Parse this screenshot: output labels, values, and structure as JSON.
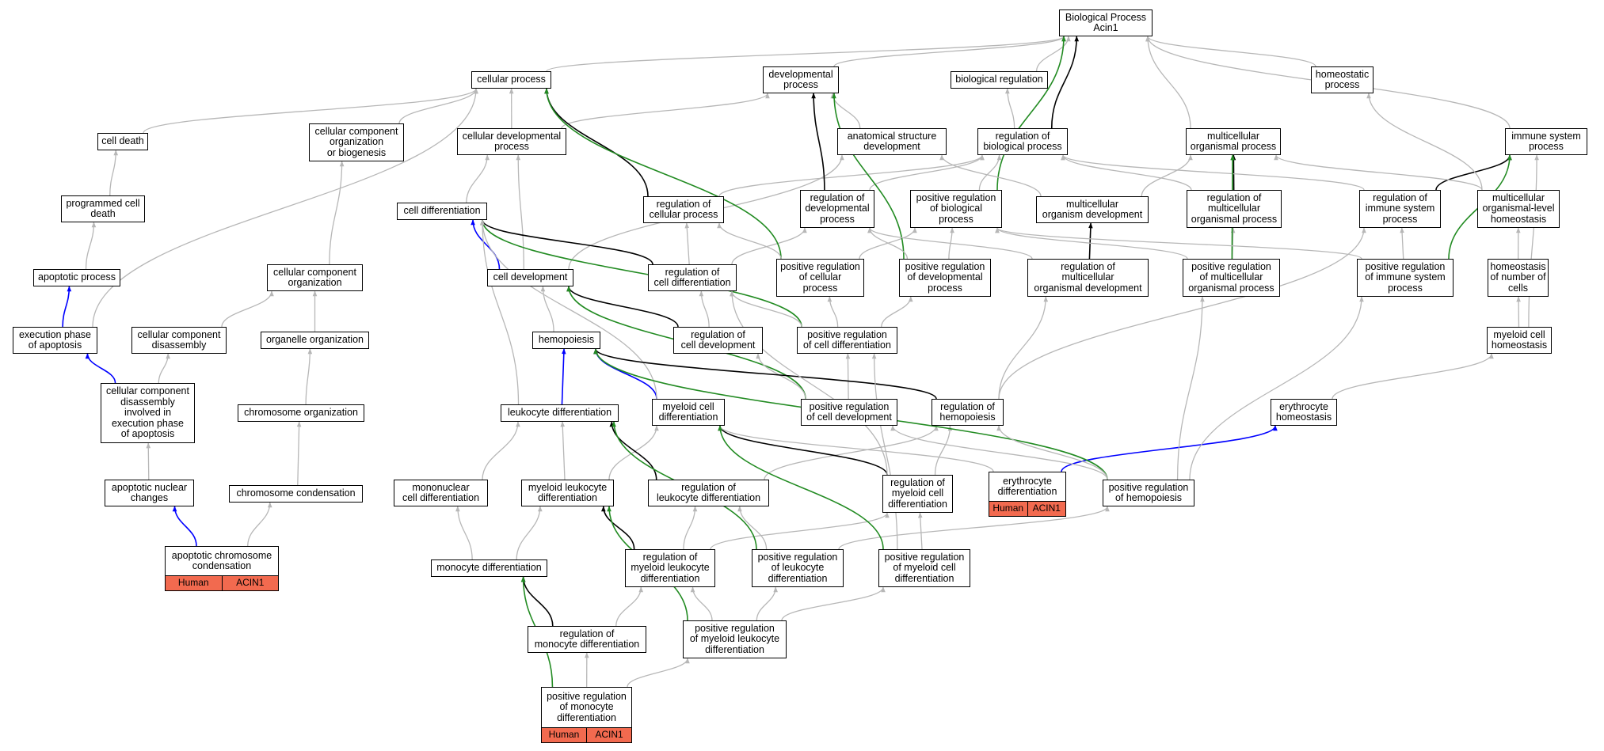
{
  "colors": {
    "is_a": "#b7b7b7",
    "part_of": "#000000",
    "regulates": "#0000ff",
    "positively_regulates": "#228b22",
    "annotation_fill": "#f26a4f"
  },
  "nodes": [
    {
      "id": "bp",
      "label": "Biological Process\nAcin1"
    },
    {
      "id": "cellular_process",
      "label": "cellular process"
    },
    {
      "id": "developmental_process",
      "label": "developmental\nprocess"
    },
    {
      "id": "biological_regulation",
      "label": "biological regulation"
    },
    {
      "id": "homeostatic_process",
      "label": "homeostatic\nprocess"
    },
    {
      "id": "cell_death",
      "label": "cell death"
    },
    {
      "id": "cc_org_biogenesis",
      "label": "cellular component\norganization\nor biogenesis"
    },
    {
      "id": "cellular_developmental_process",
      "label": "cellular developmental\nprocess"
    },
    {
      "id": "anatomical_structure_development",
      "label": "anatomical structure\ndevelopment"
    },
    {
      "id": "regulation_biological_process",
      "label": "regulation of\nbiological process"
    },
    {
      "id": "multicellular_organismal_process",
      "label": "multicellular\norganismal process"
    },
    {
      "id": "immune_system_process",
      "label": "immune system\nprocess"
    },
    {
      "id": "programmed_cell_death",
      "label": "programmed cell\ndeath"
    },
    {
      "id": "cell_differentiation",
      "label": "cell differentiation"
    },
    {
      "id": "regulation_cellular_process",
      "label": "regulation of\ncellular process"
    },
    {
      "id": "regulation_developmental_process",
      "label": "regulation of\ndevelopmental\nprocess"
    },
    {
      "id": "positive_regulation_biological_process",
      "label": "positive regulation\nof biological\nprocess"
    },
    {
      "id": "multicellular_organism_development",
      "label": "multicellular\norganism development"
    },
    {
      "id": "regulation_multicellular_organismal_process",
      "label": "regulation of\nmulticellular\norganismal process"
    },
    {
      "id": "regulation_immune_system_process",
      "label": "regulation of\nimmune system\nprocess"
    },
    {
      "id": "multicellular_organismal_homeostasis",
      "label": "multicellular\norganismal-level\nhomeostasis"
    },
    {
      "id": "apoptotic_process",
      "label": "apoptotic process"
    },
    {
      "id": "cellular_component_organization",
      "label": "cellular component\norganization"
    },
    {
      "id": "cell_development",
      "label": "cell development"
    },
    {
      "id": "regulation_cell_differentiation",
      "label": "regulation of\ncell differentiation"
    },
    {
      "id": "positive_regulation_cellular_process",
      "label": "positive regulation\nof cellular\nprocess"
    },
    {
      "id": "positive_regulation_developmental_process",
      "label": "positive regulation\nof developmental\nprocess"
    },
    {
      "id": "regulation_multicellular_organismal_development",
      "label": "regulation of\nmulticellular\norganismal development"
    },
    {
      "id": "positive_regulation_multicellular_organismal_process",
      "label": "positive regulation\nof multicellular\norganismal process"
    },
    {
      "id": "positive_regulation_immune_system_process",
      "label": "positive regulation\nof immune system\nprocess"
    },
    {
      "id": "homeostasis_number_of_cells",
      "label": "homeostasis\nof number of\ncells"
    },
    {
      "id": "execution_phase_apoptosis",
      "label": "execution phase\nof apoptosis"
    },
    {
      "id": "cellular_component_disassembly",
      "label": "cellular component\ndisassembly"
    },
    {
      "id": "organelle_organization",
      "label": "organelle organization"
    },
    {
      "id": "hemopoiesis",
      "label": "hemopoiesis"
    },
    {
      "id": "regulation_cell_development",
      "label": "regulation of\ncell development"
    },
    {
      "id": "positive_regulation_cell_differentiation",
      "label": "positive regulation\nof cell differentiation"
    },
    {
      "id": "myeloid_cell_homeostasis",
      "label": "myeloid cell\nhomeostasis"
    },
    {
      "id": "cc_disassembly_execution_apoptosis",
      "label": "cellular component\ndisassembly\ninvolved in\nexecution phase\nof apoptosis"
    },
    {
      "id": "chromosome_organization",
      "label": "chromosome organization"
    },
    {
      "id": "leukocyte_differentiation",
      "label": "leukocyte differentiation"
    },
    {
      "id": "myeloid_cell_differentiation",
      "label": "myeloid cell\ndifferentiation"
    },
    {
      "id": "positive_regulation_cell_development",
      "label": "positive regulation\nof cell development"
    },
    {
      "id": "regulation_hemopoiesis",
      "label": "regulation of\nhemopoiesis"
    },
    {
      "id": "erythrocyte_homeostasis",
      "label": "erythrocyte\nhomeostasis"
    },
    {
      "id": "apoptotic_nuclear_changes",
      "label": "apoptotic nuclear\nchanges"
    },
    {
      "id": "chromosome_condensation",
      "label": "chromosome condensation"
    },
    {
      "id": "mononuclear_cell_differentiation",
      "label": "mononuclear\ncell differentiation"
    },
    {
      "id": "myeloid_leukocyte_differentiation",
      "label": "myeloid leukocyte\ndifferentiation"
    },
    {
      "id": "regulation_leukocyte_differentiation",
      "label": "regulation of\nleukocyte differentiation"
    },
    {
      "id": "regulation_myeloid_cell_differentiation",
      "label": "regulation of\nmyeloid cell\ndifferentiation"
    },
    {
      "id": "erythrocyte_differentiation",
      "label": "erythrocyte\ndifferentiation",
      "annotation": [
        "Human",
        "ACIN1"
      ]
    },
    {
      "id": "positive_regulation_hemopoiesis",
      "label": "positive regulation\nof hemopoiesis"
    },
    {
      "id": "apoptotic_chromosome_condensation",
      "label": "apoptotic chromosome\ncondensation",
      "annotation": [
        "Human",
        "ACIN1"
      ]
    },
    {
      "id": "monocyte_differentiation",
      "label": "monocyte differentiation"
    },
    {
      "id": "regulation_myeloid_leukocyte_differentiation",
      "label": "regulation of\nmyeloid leukocyte\ndifferentiation"
    },
    {
      "id": "positive_regulation_leukocyte_differentiation",
      "label": "positive regulation\nof leukocyte\ndifferentiation"
    },
    {
      "id": "positive_regulation_myeloid_cell_differentiation",
      "label": "positive regulation\nof myeloid cell\ndifferentiation"
    },
    {
      "id": "regulation_monocyte_differentiation",
      "label": "regulation of\nmonocyte differentiation"
    },
    {
      "id": "positive_regulation_myeloid_leukocyte_differentiation",
      "label": "positive regulation\nof myeloid leukocyte\ndifferentiation"
    },
    {
      "id": "positive_regulation_monocyte_differentiation",
      "label": "positive regulation\nof monocyte\ndifferentiation",
      "annotation": [
        "Human",
        "ACIN1"
      ]
    }
  ],
  "edges": [
    [
      "cellular_process",
      "bp",
      "is_a"
    ],
    [
      "developmental_process",
      "bp",
      "is_a"
    ],
    [
      "biological_regulation",
      "bp",
      "is_a"
    ],
    [
      "homeostatic_process",
      "bp",
      "is_a"
    ],
    [
      "multicellular_organismal_process",
      "bp",
      "is_a"
    ],
    [
      "immune_system_process",
      "bp",
      "is_a"
    ],
    [
      "regulation_biological_process",
      "bp",
      "part_of"
    ],
    [
      "positive_regulation_biological_process",
      "bp",
      "positively_regulates"
    ],
    [
      "cell_death",
      "cellular_process",
      "is_a"
    ],
    [
      "cc_org_biogenesis",
      "cellular_process",
      "is_a"
    ],
    [
      "cellular_developmental_process",
      "cellular_process",
      "is_a"
    ],
    [
      "cellular_developmental_process",
      "developmental_process",
      "is_a"
    ],
    [
      "anatomical_structure_development",
      "developmental_process",
      "is_a"
    ],
    [
      "regulation_biological_process",
      "biological_regulation",
      "is_a"
    ],
    [
      "programmed_cell_death",
      "cell_death",
      "is_a"
    ],
    [
      "apoptotic_process",
      "programmed_cell_death",
      "is_a"
    ],
    [
      "execution_phase_apoptosis",
      "apoptotic_process",
      "regulates"
    ],
    [
      "execution_phase_apoptosis",
      "cellular_process",
      "is_a"
    ],
    [
      "cc_disassembly_execution_apoptosis",
      "execution_phase_apoptosis",
      "regulates"
    ],
    [
      "cc_disassembly_execution_apoptosis",
      "cellular_component_disassembly",
      "is_a"
    ],
    [
      "apoptotic_nuclear_changes",
      "cc_disassembly_execution_apoptosis",
      "is_a"
    ],
    [
      "apoptotic_chromosome_condensation",
      "apoptotic_nuclear_changes",
      "regulates"
    ],
    [
      "apoptotic_chromosome_condensation",
      "chromosome_condensation",
      "is_a"
    ],
    [
      "chromosome_condensation",
      "chromosome_organization",
      "is_a"
    ],
    [
      "chromosome_organization",
      "organelle_organization",
      "is_a"
    ],
    [
      "organelle_organization",
      "cellular_component_organization",
      "is_a"
    ],
    [
      "cellular_component_disassembly",
      "cellular_component_organization",
      "is_a"
    ],
    [
      "cellular_component_organization",
      "cc_org_biogenesis",
      "is_a"
    ],
    [
      "cell_differentiation",
      "cellular_developmental_process",
      "is_a"
    ],
    [
      "cell_development",
      "cellular_developmental_process",
      "is_a"
    ],
    [
      "cell_development",
      "anatomical_structure_development",
      "is_a"
    ],
    [
      "cell_development",
      "cell_differentiation",
      "regulates"
    ],
    [
      "regulation_cellular_process",
      "cellular_process",
      "part_of"
    ],
    [
      "regulation_cellular_process",
      "regulation_biological_process",
      "is_a"
    ],
    [
      "regulation_developmental_process",
      "developmental_process",
      "part_of"
    ],
    [
      "regulation_developmental_process",
      "regulation_biological_process",
      "is_a"
    ],
    [
      "positive_regulation_biological_process",
      "regulation_biological_process",
      "is_a"
    ],
    [
      "multicellular_organism_development",
      "anatomical_structure_development",
      "is_a"
    ],
    [
      "multicellular_organism_development",
      "multicellular_organismal_process",
      "is_a"
    ],
    [
      "regulation_multicellular_organismal_process",
      "multicellular_organismal_process",
      "part_of"
    ],
    [
      "regulation_multicellular_organismal_process",
      "regulation_biological_process",
      "is_a"
    ],
    [
      "regulation_immune_system_process",
      "immune_system_process",
      "part_of"
    ],
    [
      "regulation_immune_system_process",
      "regulation_biological_process",
      "is_a"
    ],
    [
      "multicellular_organismal_homeostasis",
      "homeostatic_process",
      "is_a"
    ],
    [
      "multicellular_organismal_homeostasis",
      "multicellular_organismal_process",
      "is_a"
    ],
    [
      "regulation_cell_differentiation",
      "cell_differentiation",
      "part_of"
    ],
    [
      "regulation_cell_differentiation",
      "regulation_cellular_process",
      "is_a"
    ],
    [
      "regulation_cell_differentiation",
      "regulation_developmental_process",
      "is_a"
    ],
    [
      "positive_regulation_cellular_process",
      "cellular_process",
      "positively_regulates"
    ],
    [
      "positive_regulation_cellular_process",
      "regulation_cellular_process",
      "is_a"
    ],
    [
      "positive_regulation_cellular_process",
      "positive_regulation_biological_process",
      "is_a"
    ],
    [
      "positive_regulation_developmental_process",
      "developmental_process",
      "positively_regulates"
    ],
    [
      "positive_regulation_developmental_process",
      "regulation_developmental_process",
      "is_a"
    ],
    [
      "positive_regulation_developmental_process",
      "positive_regulation_biological_process",
      "is_a"
    ],
    [
      "regulation_multicellular_organismal_development",
      "multicellular_organism_development",
      "part_of"
    ],
    [
      "regulation_multicellular_organismal_development",
      "regulation_developmental_process",
      "is_a"
    ],
    [
      "positive_regulation_multicellular_organismal_process",
      "regulation_multicellular_organismal_process",
      "is_a"
    ],
    [
      "positive_regulation_multicellular_organismal_process",
      "multicellular_organismal_process",
      "positively_regulates"
    ],
    [
      "positive_regulation_multicellular_organismal_process",
      "positive_regulation_biological_process",
      "is_a"
    ],
    [
      "positive_regulation_immune_system_process",
      "regulation_immune_system_process",
      "is_a"
    ],
    [
      "positive_regulation_immune_system_process",
      "immune_system_process",
      "positively_regulates"
    ],
    [
      "positive_regulation_immune_system_process",
      "positive_regulation_biological_process",
      "is_a"
    ],
    [
      "homeostasis_number_of_cells",
      "multicellular_organismal_homeostasis",
      "is_a"
    ],
    [
      "myeloid_cell_homeostasis",
      "homeostasis_number_of_cells",
      "is_a"
    ],
    [
      "myeloid_cell_homeostasis",
      "immune_system_process",
      "is_a"
    ],
    [
      "erythrocyte_homeostasis",
      "myeloid_cell_homeostasis",
      "is_a"
    ],
    [
      "hemopoiesis",
      "cell_development",
      "is_a"
    ],
    [
      "regulation_cell_development",
      "cell_development",
      "part_of"
    ],
    [
      "regulation_cell_development",
      "regulation_cell_differentiation",
      "is_a"
    ],
    [
      "positive_regulation_cell_differentiation",
      "cell_differentiation",
      "positively_regulates"
    ],
    [
      "positive_regulation_cell_differentiation",
      "regulation_cell_differentiation",
      "is_a"
    ],
    [
      "positive_regulation_cell_differentiation",
      "positive_regulation_cellular_process",
      "is_a"
    ],
    [
      "positive_regulation_cell_differentiation",
      "positive_regulation_developmental_process",
      "is_a"
    ],
    [
      "leukocyte_differentiation",
      "hemopoiesis",
      "regulates"
    ],
    [
      "leukocyte_differentiation",
      "cell_differentiation",
      "is_a"
    ],
    [
      "myeloid_cell_differentiation",
      "hemopoiesis",
      "regulates"
    ],
    [
      "myeloid_cell_differentiation",
      "cell_differentiation",
      "is_a"
    ],
    [
      "positive_regulation_cell_development",
      "cell_development",
      "positively_regulates"
    ],
    [
      "positive_regulation_cell_development",
      "regulation_cell_development",
      "is_a"
    ],
    [
      "positive_regulation_cell_development",
      "positive_regulation_cell_differentiation",
      "is_a"
    ],
    [
      "regulation_hemopoiesis",
      "hemopoiesis",
      "part_of"
    ],
    [
      "regulation_hemopoiesis",
      "regulation_multicellular_organismal_development",
      "is_a"
    ],
    [
      "regulation_hemopoiesis",
      "regulation_immune_system_process",
      "is_a"
    ],
    [
      "mononuclear_cell_differentiation",
      "leukocyte_differentiation",
      "is_a"
    ],
    [
      "myeloid_leukocyte_differentiation",
      "leukocyte_differentiation",
      "is_a"
    ],
    [
      "myeloid_leukocyte_differentiation",
      "myeloid_cell_differentiation",
      "is_a"
    ],
    [
      "regulation_leukocyte_differentiation",
      "leukocyte_differentiation",
      "part_of"
    ],
    [
      "regulation_leukocyte_differentiation",
      "regulation_hemopoiesis",
      "is_a"
    ],
    [
      "regulation_myeloid_cell_differentiation",
      "myeloid_cell_differentiation",
      "part_of"
    ],
    [
      "regulation_myeloid_cell_differentiation",
      "regulation_hemopoiesis",
      "is_a"
    ],
    [
      "regulation_myeloid_cell_differentiation",
      "regulation_cell_differentiation",
      "is_a"
    ],
    [
      "erythrocyte_differentiation",
      "erythrocyte_homeostasis",
      "regulates"
    ],
    [
      "erythrocyte_differentiation",
      "myeloid_cell_differentiation",
      "is_a"
    ],
    [
      "positive_regulation_hemopoiesis",
      "hemopoiesis",
      "positively_regulates"
    ],
    [
      "positive_regulation_hemopoiesis",
      "regulation_hemopoiesis",
      "is_a"
    ],
    [
      "positive_regulation_hemopoiesis",
      "positive_regulation_cell_development",
      "is_a"
    ],
    [
      "positive_regulation_hemopoiesis",
      "positive_regulation_multicellular_organismal_process",
      "is_a"
    ],
    [
      "positive_regulation_hemopoiesis",
      "positive_regulation_immune_system_process",
      "is_a"
    ],
    [
      "monocyte_differentiation",
      "mononuclear_cell_differentiation",
      "is_a"
    ],
    [
      "monocyte_differentiation",
      "myeloid_leukocyte_differentiation",
      "is_a"
    ],
    [
      "regulation_myeloid_leukocyte_differentiation",
      "myeloid_leukocyte_differentiation",
      "part_of"
    ],
    [
      "regulation_myeloid_leukocyte_differentiation",
      "regulation_leukocyte_differentiation",
      "is_a"
    ],
    [
      "regulation_myeloid_leukocyte_differentiation",
      "regulation_myeloid_cell_differentiation",
      "is_a"
    ],
    [
      "positive_regulation_leukocyte_differentiation",
      "leukocyte_differentiation",
      "positively_regulates"
    ],
    [
      "positive_regulation_leukocyte_differentiation",
      "regulation_leukocyte_differentiation",
      "is_a"
    ],
    [
      "positive_regulation_leukocyte_differentiation",
      "positive_regulation_hemopoiesis",
      "is_a"
    ],
    [
      "positive_regulation_myeloid_cell_differentiation",
      "myeloid_cell_differentiation",
      "positively_regulates"
    ],
    [
      "positive_regulation_myeloid_cell_differentiation",
      "regulation_myeloid_cell_differentiation",
      "is_a"
    ],
    [
      "positive_regulation_myeloid_cell_differentiation",
      "positive_regulation_cell_differentiation",
      "is_a"
    ],
    [
      "regulation_monocyte_differentiation",
      "monocyte_differentiation",
      "part_of"
    ],
    [
      "regulation_monocyte_differentiation",
      "regulation_myeloid_leukocyte_differentiation",
      "is_a"
    ],
    [
      "positive_regulation_myeloid_leukocyte_differentiation",
      "myeloid_leukocyte_differentiation",
      "positively_regulates"
    ],
    [
      "positive_regulation_myeloid_leukocyte_differentiation",
      "regulation_myeloid_leukocyte_differentiation",
      "is_a"
    ],
    [
      "positive_regulation_myeloid_leukocyte_differentiation",
      "positive_regulation_leukocyte_differentiation",
      "is_a"
    ],
    [
      "positive_regulation_myeloid_leukocyte_differentiation",
      "positive_regulation_myeloid_cell_differentiation",
      "is_a"
    ],
    [
      "positive_regulation_monocyte_differentiation",
      "monocyte_differentiation",
      "positively_regulates"
    ],
    [
      "positive_regulation_monocyte_differentiation",
      "regulation_monocyte_differentiation",
      "is_a"
    ],
    [
      "positive_regulation_monocyte_differentiation",
      "positive_regulation_myeloid_leukocyte_differentiation",
      "is_a"
    ]
  ]
}
